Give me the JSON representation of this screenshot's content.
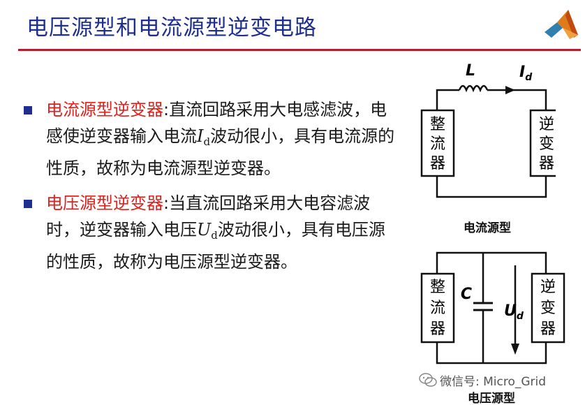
{
  "slide": {
    "title": "电压源型和电流源型逆变电路"
  },
  "bullets": [
    {
      "term": "电流源型逆变器",
      "text_before_symbol": ":直流回路采用大电感滤波，电感使逆变器输入电流",
      "symbol": "I",
      "symbol_sub": "d",
      "text_after_symbol": "波动很小，具有电流源的性质，故称为电流源型逆变器。"
    },
    {
      "term": "电压源型逆变器",
      "text_before_symbol": ":当直流回路采用大电容滤波时，逆变器输入电压",
      "symbol": "U",
      "symbol_sub": "d",
      "text_after_symbol": "波动很小，具有电压源的性质，故称为电压源型逆变器。"
    }
  ],
  "current_source_diagram": {
    "inductor_label": "L",
    "current_label": "I",
    "current_sub": "d",
    "rectifier_chars": [
      "整",
      "流",
      "器"
    ],
    "inverter_chars": [
      "逆",
      "变",
      "器"
    ],
    "caption": "电流源型"
  },
  "voltage_source_diagram": {
    "capacitor_label": "C",
    "voltage_label": "U",
    "voltage_sub": "d",
    "rectifier_chars": [
      "整",
      "流",
      "器"
    ],
    "inverter_chars": [
      "逆",
      "变",
      "器"
    ],
    "caption": "电压源型"
  },
  "watermark": {
    "text": "微信号: Micro_Grid"
  },
  "colors": {
    "title": "#1f2f8f",
    "rule": "#b0202c",
    "term": "#e0201c",
    "bullet": "#1f2f8f"
  },
  "icons": {
    "logo": "matlab-logo-icon",
    "watermark": "wechat-icon"
  }
}
